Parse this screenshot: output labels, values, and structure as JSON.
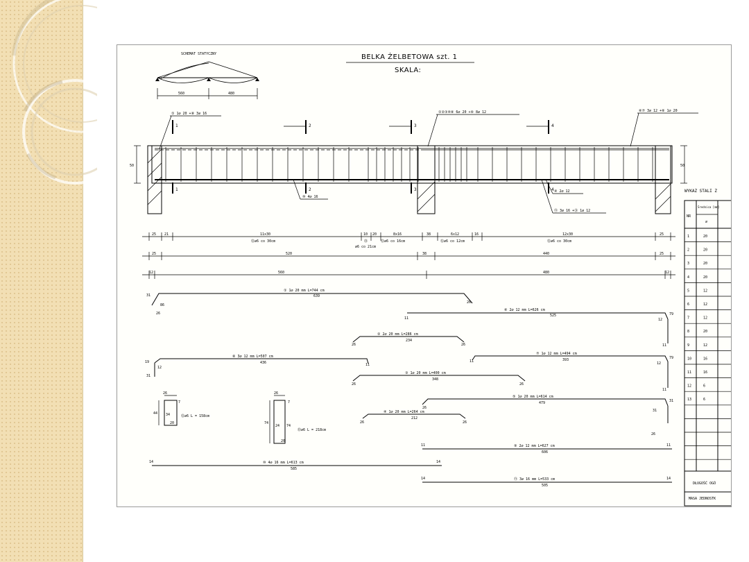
{
  "slide": {
    "decoration": "circle-rings",
    "sidebar_color": "#f2dfb4"
  },
  "drawing": {
    "title": "BELKA ŻELBETOWA szt. 1",
    "scale_label": "SKALA:",
    "static_scheme": {
      "label": "SCHEMAT STATYCZNY",
      "span_left": "560",
      "span_right": "480"
    },
    "callouts": [
      {
        "id": "c1",
        "text": "① 1∅ 20 +⑧ 3∅ 16"
      },
      {
        "id": "c2",
        "text": "①②③④⑧ 6∅ 20 +⑥ 8∅ 12"
      },
      {
        "id": "c3",
        "text": "⑥⑦ 3∅ 12 +⑧ 1∅ 20"
      },
      {
        "id": "c4",
        "text": "⑩ 4∅ 16"
      },
      {
        "id": "c5",
        "text": "④ 2∅ 12"
      },
      {
        "id": "c6",
        "text": "⑪ 3∅ 16 +⑨ 1∅ 12"
      }
    ],
    "section_marks": [
      "1",
      "2",
      "3",
      "4"
    ],
    "dimension_height": "50",
    "stirrup_rows": [
      {
        "row": 1,
        "labels": [
          "25",
          "21",
          "11x30",
          "⑫∅6 co 30cm",
          "10",
          "20",
          "⑬",
          "∅6 co 21cm",
          "8x16",
          "⑫∅6 co 16cm",
          "38",
          "6x12",
          "⑫∅6 co 12cm",
          "16",
          "12x30",
          "⑫∅6 co 30cm",
          "25"
        ]
      },
      {
        "row": 2,
        "labels": [
          "25",
          "520",
          "38",
          "440",
          "25"
        ]
      },
      {
        "row": 3,
        "labels": [
          "12",
          "560",
          "480",
          "12"
        ]
      }
    ],
    "bars": [
      {
        "id": "bar1",
        "label": "① 1∅ 20 mm L=744 cm",
        "length": "639",
        "ends": [
          "31",
          "26",
          "86",
          "26"
        ]
      },
      {
        "id": "bar6",
        "label": "⑥ 2∅ 12 mm L=626 cm",
        "length": "525",
        "ends": [
          "11",
          "12",
          "79",
          "11"
        ]
      },
      {
        "id": "bar2",
        "label": "② 2∅ 20 mm L=286 cm",
        "length": "234",
        "ends": [
          "26",
          "26"
        ]
      },
      {
        "id": "bar8",
        "label": "⑧ 3∅ 12 mm L=507 cm",
        "length": "436",
        "ends": [
          "19",
          "12",
          "31",
          "11"
        ]
      },
      {
        "id": "bar7",
        "label": "⑦ 1∅ 12 mm L=494 cm",
        "length": "393",
        "ends": [
          "11",
          "12",
          "79",
          "11"
        ]
      },
      {
        "id": "bar3",
        "label": "③ 1∅ 20 mm L=400 cm",
        "length": "348",
        "ends": [
          "26",
          "26"
        ]
      },
      {
        "id": "bar5",
        "label": "⑤ 1∅ 20 mm L=614 cm",
        "length": "479",
        "ends": [
          "26",
          "31",
          "31",
          "26"
        ]
      },
      {
        "id": "bar4",
        "label": "④ 1∅ 20 mm L=264 cm",
        "length": "212",
        "ends": [
          "26",
          "26"
        ]
      },
      {
        "id": "bar9",
        "label": "⑨ 2∅ 12 mm L=627 cm",
        "length": "606",
        "ends": [
          "11",
          "11"
        ]
      },
      {
        "id": "bar10",
        "label": "⑩ 4∅ 16 mm L=613 cm",
        "length": "585",
        "ends": [
          "14",
          "14"
        ]
      },
      {
        "id": "bar11",
        "label": "⑪ 3∅ 16 mm L=533 cm",
        "length": "505",
        "ends": [
          "14",
          "14"
        ]
      }
    ],
    "stirrups": [
      {
        "id": "st12",
        "label": "⑫∅6 L = 158cm",
        "dims": [
          "26",
          "7",
          "44",
          "34",
          "20"
        ]
      },
      {
        "id": "st13",
        "label": "⑬∅6 L = 218cm",
        "dims": [
          "26",
          "7",
          "74",
          "24",
          "74",
          "20"
        ]
      }
    ],
    "steel_table": {
      "title": "WYKAZ STALI Z",
      "header_nr": "NR",
      "header_diameter": "Średnica [mm]",
      "header_symbol": "∅",
      "rows": [
        {
          "nr": "1",
          "d": "20"
        },
        {
          "nr": "2",
          "d": "20"
        },
        {
          "nr": "3",
          "d": "20"
        },
        {
          "nr": "4",
          "d": "20"
        },
        {
          "nr": "5",
          "d": "12"
        },
        {
          "nr": "6",
          "d": "12"
        },
        {
          "nr": "7",
          "d": "12"
        },
        {
          "nr": "8",
          "d": "20"
        },
        {
          "nr": "9",
          "d": "12"
        },
        {
          "nr": "10",
          "d": "16"
        },
        {
          "nr": "11",
          "d": "16"
        },
        {
          "nr": "12",
          "d": "6"
        },
        {
          "nr": "13",
          "d": "6"
        }
      ],
      "footer_length": "DŁUGOŚĆ OGÓ",
      "footer_mass": "MASA JEDNOSTK"
    }
  }
}
